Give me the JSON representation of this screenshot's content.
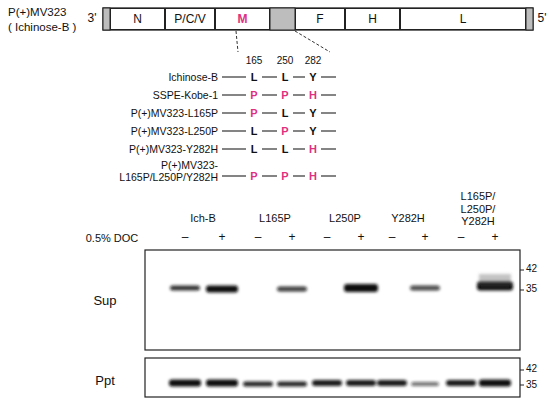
{
  "diagram": {
    "nodes": [
      {
        "text": [
          "N"
        ]
      },
      {
        "text": [
          "P/C/V"
        ]
      },
      {
        "text": [
          "M"
        ]
      },
      {
        "text": [
          "F"
        ]
      },
      {
        "text": [
          "H"
        ]
      },
      {
        "text": [
          "L"
        ]
      }
    ],
    "labels": [
      "P(+)MV323",
      "( Ichinose-B )",
      "3'",
      "5'",
      "165",
      "250",
      "282",
      "Ichinose-B",
      "SSPE-Kobe-1",
      "P(+)MV323-L165P",
      "P(+)MV323-L250P",
      "P(+)MV323-Y282H",
      "P(+)MV323- L165P/L250P/Y282H",
      "L",
      "L",
      "Y",
      "P",
      "P",
      "H",
      "P",
      "L",
      "Y",
      "L",
      "P",
      "Y",
      "L",
      "L",
      "H",
      "P",
      "P",
      "H",
      "Ich-B",
      "L165P",
      "L250P",
      "Y282H",
      "L165P/ L250P/ Y282H",
      "0.5% DOC",
      "–",
      "+",
      "–",
      "+",
      "–",
      "+",
      "–",
      "+",
      "–",
      "+",
      "Sup",
      "Ppt",
      "42",
      "35",
      "42",
      "35"
    ]
  }
}
